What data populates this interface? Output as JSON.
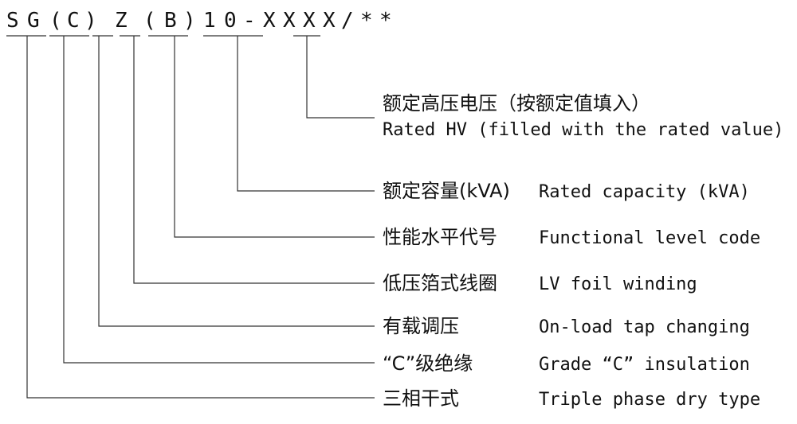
{
  "code_chars": [
    "S",
    "G",
    "(",
    "C",
    ")",
    "Z",
    "(",
    "B",
    ")",
    "1",
    "0",
    "-",
    "X",
    "X",
    "X",
    "X",
    "/",
    "*",
    "*"
  ],
  "items": [
    {
      "zh": "额定高压电压（按额定值填入）",
      "en": "Rated HV (filled with the rated value)"
    },
    {
      "zh": "额定容量(kVA)",
      "en": "Rated capacity (kVA)"
    },
    {
      "zh": "性能水平代号",
      "en": "Functional level code"
    },
    {
      "zh": "低压箔式线圈",
      "en": "LV  foil winding"
    },
    {
      "zh": "有载调压",
      "en": "On-load tap changing"
    },
    {
      "zh": "“C”级绝缘",
      "en": "Grade “C”  insulation"
    },
    {
      "zh": "三相干式",
      "en": "Triple phase dry type"
    }
  ],
  "colors": {
    "line": "#333333",
    "text": "#111111"
  }
}
